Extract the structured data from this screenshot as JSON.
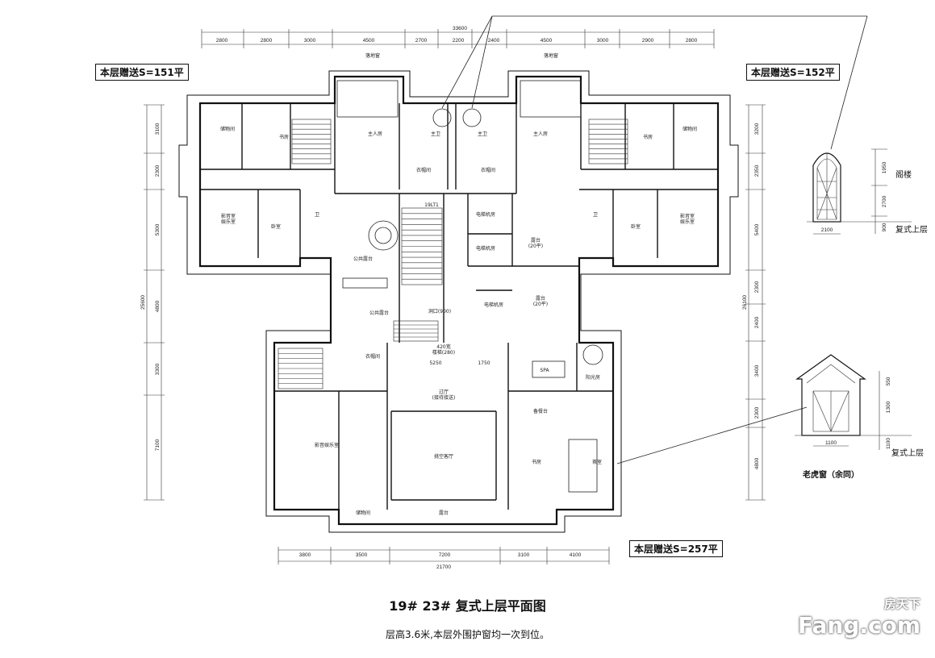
{
  "tags": {
    "left_gift": "本层赠送S=151平",
    "right_gift": "本层赠送S=152平",
    "bottom_gift": "本层赠送S=257平"
  },
  "top_dims": {
    "total": "33600",
    "segments": [
      "2800",
      "2800",
      "3000",
      "4500",
      "2700",
      "2200",
      "2400",
      "4500",
      "3000",
      "2900",
      "2800"
    ]
  },
  "bottom_dims": {
    "total": "21700",
    "segments": [
      "3800",
      "3500",
      "7200",
      "3100",
      "4100"
    ]
  },
  "left_dims": {
    "total": "25600",
    "segments": [
      "3100",
      "2300",
      "5300",
      "4800",
      "3300",
      "7100"
    ]
  },
  "right_dims": {
    "total": "26100",
    "segments": [
      "3200",
      "2350",
      "5400",
      "2300",
      "2400",
      "3400",
      "2300",
      "4800"
    ]
  },
  "rooms": {
    "bay_window_l": "落地窗",
    "bay_window_r": "落地窗",
    "storage_l": "储物间",
    "storage_r": "储物间",
    "study_l": "书房",
    "study_r": "书房",
    "master_bed_l": "主人房",
    "master_bed_r": "主人房",
    "master_bath_l": "主卫",
    "master_bath_r": "主卫",
    "closet_l": "衣帽间",
    "closet_r": "衣帽间",
    "media_l": "影音室\n娱乐室",
    "media_r": "影音室\n娱乐室",
    "bedroom_l": "卧室",
    "bedroom_r": "卧室",
    "wc_l": "卫",
    "wc_r": "卫",
    "public_terrace": "公共露台",
    "public_terrace_2": "公共露台",
    "elevator": "19LT1",
    "equip_1": "电梯机房",
    "equip_2": "电梯机房",
    "equip_3": "电梯机房",
    "terrace_r1": "露台\n(20平)",
    "terrace_r2": "露台\n(20平)",
    "hole": "洞口(900)",
    "stair_note": "420宽\n楼梯(280)",
    "dim_5250": "5250",
    "dim_1750": "1750",
    "hall": "过厅\n(接待接送)",
    "media_big": "影音娱乐室",
    "atrium": "挑空客厅",
    "terrace_bottom": "露台",
    "storage_bottom": "储物间",
    "study_b": "书房",
    "tea": "茶室",
    "spa": "SPA",
    "sunroom": "阳光房",
    "prep": "备餐台",
    "cloak": "衣帽间"
  },
  "dormer": {
    "attic_label": "阁楼",
    "upper_label": "复式上层",
    "dims": [
      "1950",
      "2700",
      "900"
    ],
    "width": "2100"
  },
  "tiger_window": {
    "caption": "老虎窗（余同）",
    "upper_label": "复式上层",
    "dims": [
      "550",
      "1300",
      "1100"
    ],
    "width": "1100"
  },
  "title": "19# 23# 复式上层平面图",
  "subtitle": "层高3.6米,本层外围护窗均一次到位。",
  "brand": {
    "name": "房天下",
    "domain": "Fang.com"
  }
}
